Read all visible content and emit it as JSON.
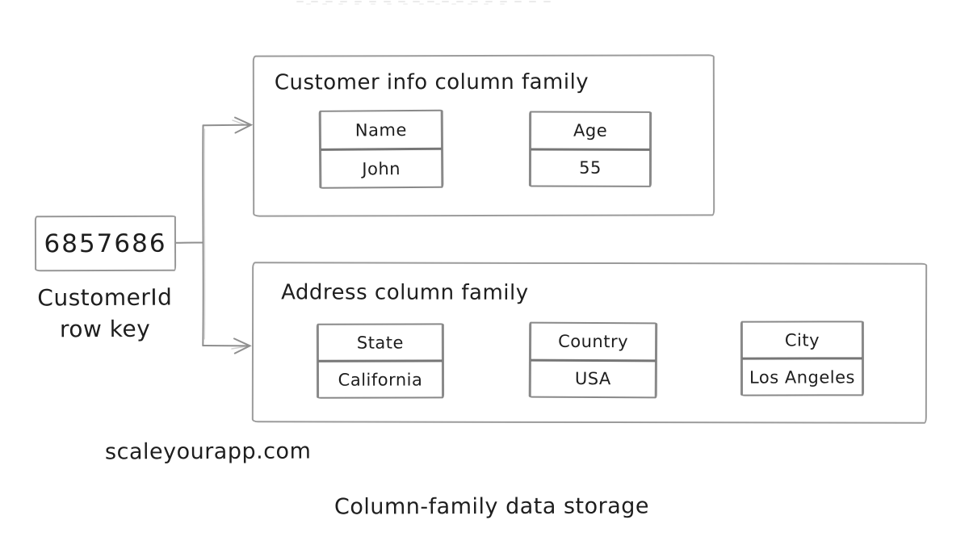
{
  "diagram": {
    "row_key": {
      "value": "6857686",
      "label_line1": "CustomerId",
      "label_line2": "row key"
    },
    "families": [
      {
        "title": "Customer info column family",
        "columns": [
          {
            "name": "Name",
            "value": "John"
          },
          {
            "name": "Age",
            "value": "55"
          }
        ]
      },
      {
        "title": "Address column family",
        "columns": [
          {
            "name": "State",
            "value": "California"
          },
          {
            "name": "Country",
            "value": "USA"
          },
          {
            "name": "City",
            "value": "Los Angeles"
          }
        ]
      }
    ],
    "watermark": "scaleyourapp.com",
    "caption": "Column-family data storage",
    "colors": {
      "background": "#ffffff",
      "family_border": "#9b9b9b",
      "rowkey_border": "#979797",
      "table_border": "#898989",
      "divider": "#767676",
      "arrow": "#8f8f8f",
      "text": "#1e1e1e"
    }
  }
}
